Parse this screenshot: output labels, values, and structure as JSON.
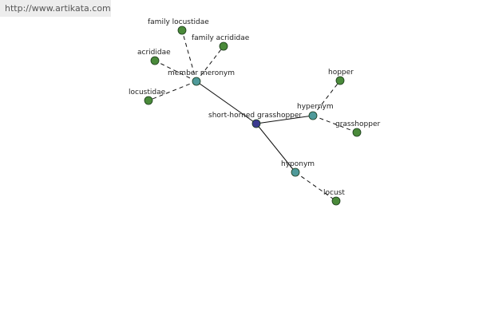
{
  "banner": {
    "text": "http://www.artikata.com"
  },
  "colors": {
    "center_node": "#3a3a8f",
    "relation_node": "#4f9a9a",
    "word_node": "#4a8a3a",
    "node_stroke": "#1a3a1a",
    "edge": "#111111"
  },
  "graph": {
    "nodes": [
      {
        "id": "center",
        "label": "short-horned grasshopper",
        "kind": "center"
      },
      {
        "id": "member-meronym",
        "label": "member meronym",
        "kind": "relation"
      },
      {
        "id": "hypernym",
        "label": "hypernym",
        "kind": "relation"
      },
      {
        "id": "hyponym",
        "label": "hyponym",
        "kind": "relation"
      },
      {
        "id": "family-locustidae",
        "label": "family locustidae",
        "kind": "word"
      },
      {
        "id": "family-acrididae",
        "label": "family acrididae",
        "kind": "word"
      },
      {
        "id": "acrididae",
        "label": "acrididae",
        "kind": "word"
      },
      {
        "id": "locustidae",
        "label": "locustidae",
        "kind": "word"
      },
      {
        "id": "hopper",
        "label": "hopper",
        "kind": "word"
      },
      {
        "id": "grasshopper",
        "label": "grasshopper",
        "kind": "word"
      },
      {
        "id": "locust",
        "label": "locust",
        "kind": "word"
      }
    ],
    "edges": [
      {
        "from": "center",
        "to": "member-meronym",
        "style": "solid"
      },
      {
        "from": "center",
        "to": "hypernym",
        "style": "solid"
      },
      {
        "from": "center",
        "to": "hyponym",
        "style": "solid"
      },
      {
        "from": "member-meronym",
        "to": "family-locustidae",
        "style": "dashed"
      },
      {
        "from": "member-meronym",
        "to": "family-acrididae",
        "style": "dashed"
      },
      {
        "from": "member-meronym",
        "to": "acrididae",
        "style": "dashed"
      },
      {
        "from": "member-meronym",
        "to": "locustidae",
        "style": "dashed"
      },
      {
        "from": "hypernym",
        "to": "hopper",
        "style": "dashed"
      },
      {
        "from": "hypernym",
        "to": "grasshopper",
        "style": "dashed"
      },
      {
        "from": "hyponym",
        "to": "locust",
        "style": "dashed"
      }
    ]
  }
}
